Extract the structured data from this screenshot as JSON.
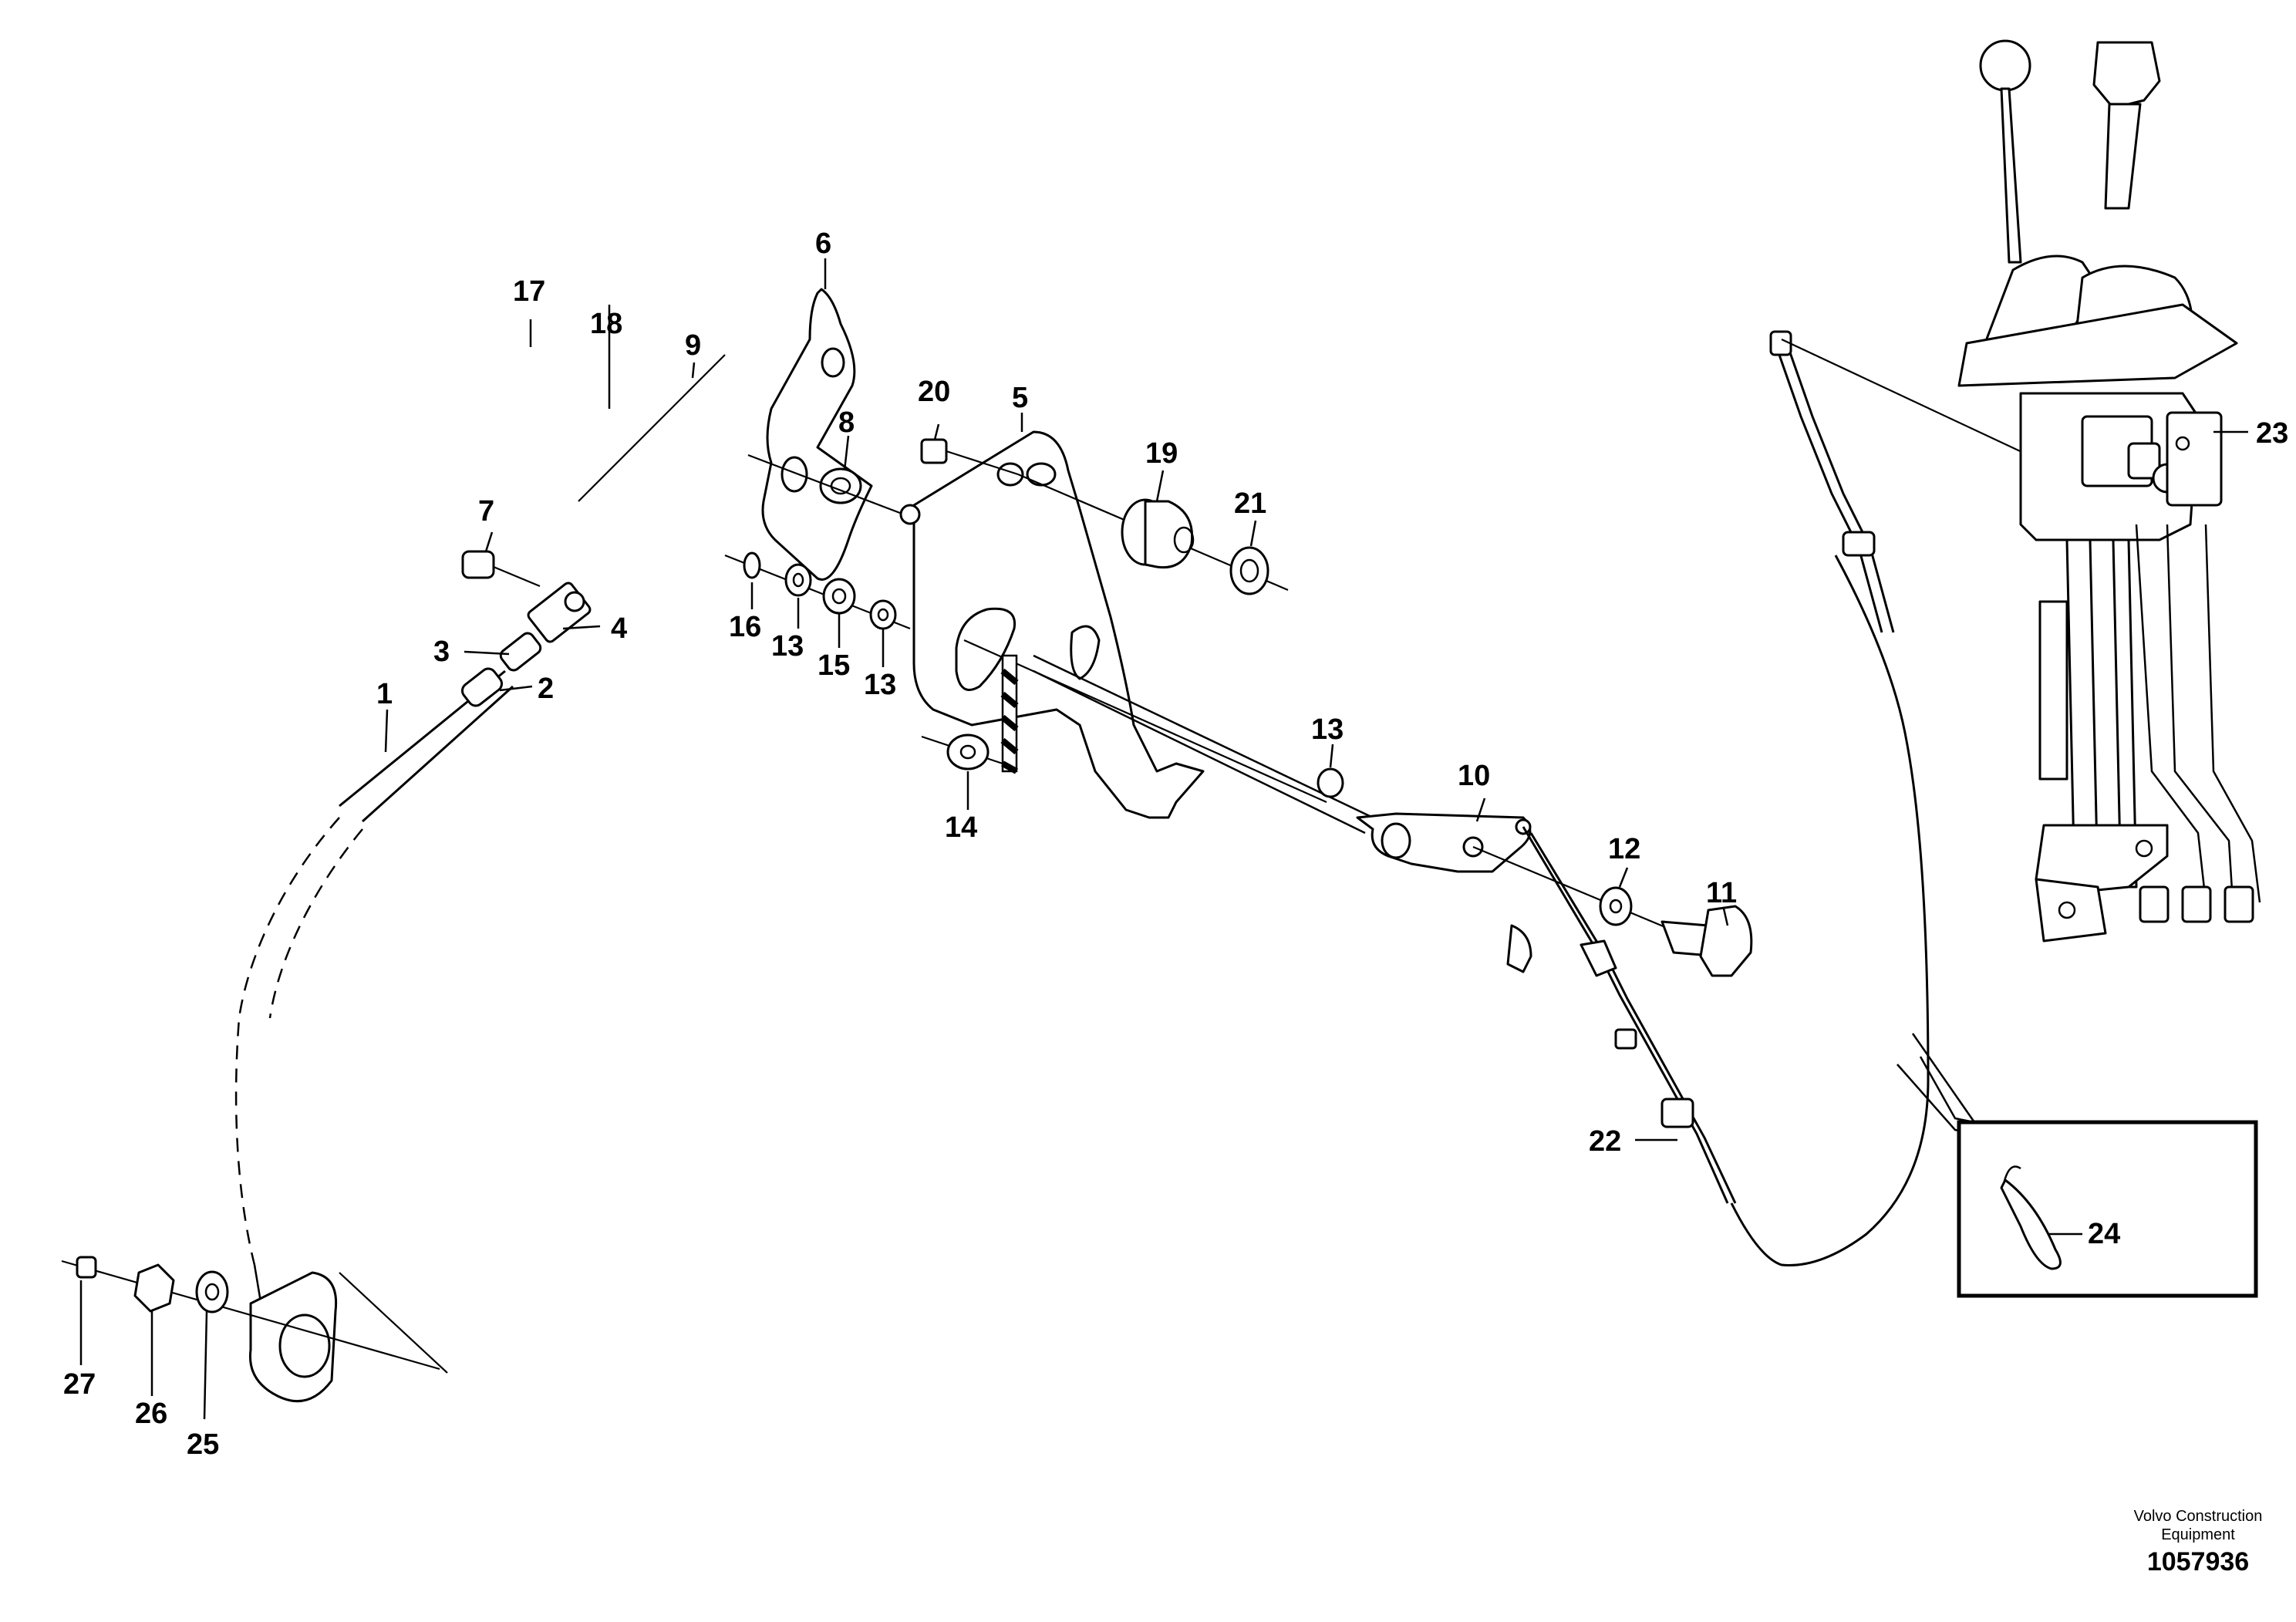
{
  "labels": {
    "l1": "1",
    "l2": "2",
    "l3": "3",
    "l4": "4",
    "l5": "5",
    "l6": "6",
    "l7": "7",
    "l8": "8",
    "l9": "9",
    "l10": "10",
    "l11": "11",
    "l12": "12",
    "l13a": "13",
    "l13b": "13",
    "l13c": "13",
    "l14": "14",
    "l15": "15",
    "l16": "16",
    "l17": "17",
    "l18": "18",
    "l19": "19",
    "l20": "20",
    "l21": "21",
    "l22": "22",
    "l23": "23",
    "l24": "24",
    "l25": "25",
    "l26": "26",
    "l27": "27"
  },
  "footer": {
    "company_line1": "Volvo Construction",
    "company_line2": "Equipment",
    "doc_number": "1057936"
  }
}
